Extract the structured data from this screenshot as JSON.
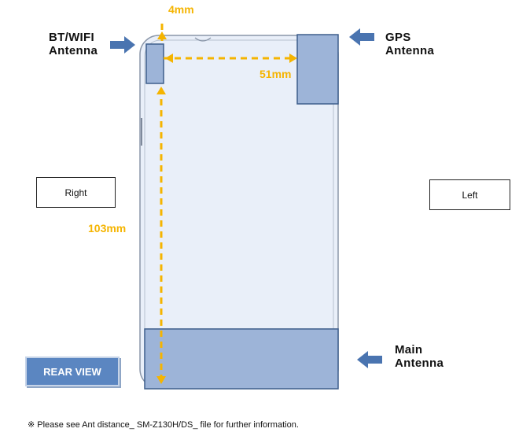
{
  "labels": {
    "bt_wifi": [
      "BT/WIFI",
      "Antenna"
    ],
    "gps": [
      "GPS",
      "Antenna"
    ],
    "main": [
      "Main",
      "Antenna"
    ]
  },
  "dimensions": {
    "top": "4mm",
    "horizontal": "51mm",
    "vertical": "103mm"
  },
  "side_labels": {
    "right": "Right",
    "left": "Left"
  },
  "view_label": "REAR VIEW",
  "footnote": "※ Please see Ant distance_ SM-Z130H/DS_ file for further information.",
  "colors": {
    "antenna_fill": "#9db4d8",
    "antenna_stroke": "#3e5f8c",
    "dimension": "#f5b400",
    "arrow": "#4a74b0",
    "phone_body": "#eaf0fa"
  }
}
